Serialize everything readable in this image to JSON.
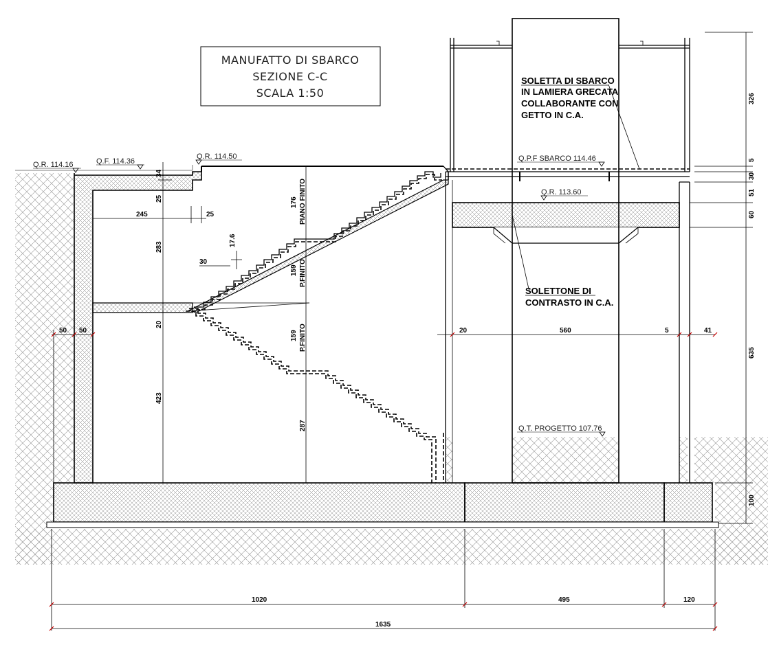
{
  "title_block": {
    "line1": "MANUFATTO DI SBARCO",
    "line2": "SEZIONE C-C",
    "line3": "SCALA 1:50"
  },
  "levels": {
    "qr_left": "Q.R. 114.16",
    "qf": "Q.F. 114.36",
    "qr_top": "Q.R. 114.50",
    "qpf_sbarco": "Q.P.F SBARCO 114.46",
    "qr_slab": "Q.R. 113.60",
    "qt_progetto": "Q.T. PROGETTO 107.76"
  },
  "notes": {
    "soletta_1": "SOLETTA DI SBARCO",
    "soletta_2": "IN LAMIERA GRECATA",
    "soletta_3": "COLLABORANTE CON",
    "soletta_4": "GETTO IN C.A.",
    "solettone_1": "SOLETTONE DI",
    "solettone_2": "CONTRASTO IN C.A."
  },
  "dims": {
    "d34": "34",
    "d25a": "25",
    "d245": "245",
    "d25b": "25",
    "d283": "283",
    "d176": "176",
    "piano_finito": "PIANO FINITO",
    "d17_6": "17.6",
    "d30": "30",
    "d159a": "159",
    "p_finito_a": "P.FINITO",
    "d20": "20",
    "d50a": "50",
    "d50b": "50",
    "d159b": "159",
    "p_finito_b": "P.FINITO",
    "d423": "423",
    "d287": "287",
    "d20b": "20",
    "d560": "560",
    "d5b": "5",
    "d41": "41",
    "d326": "326",
    "d5": "5",
    "d30r": "30",
    "d51": "51",
    "d60": "60",
    "d635": "635",
    "d100": "100",
    "d1020": "1020",
    "d495": "495",
    "d120": "120",
    "d1635": "1635"
  }
}
